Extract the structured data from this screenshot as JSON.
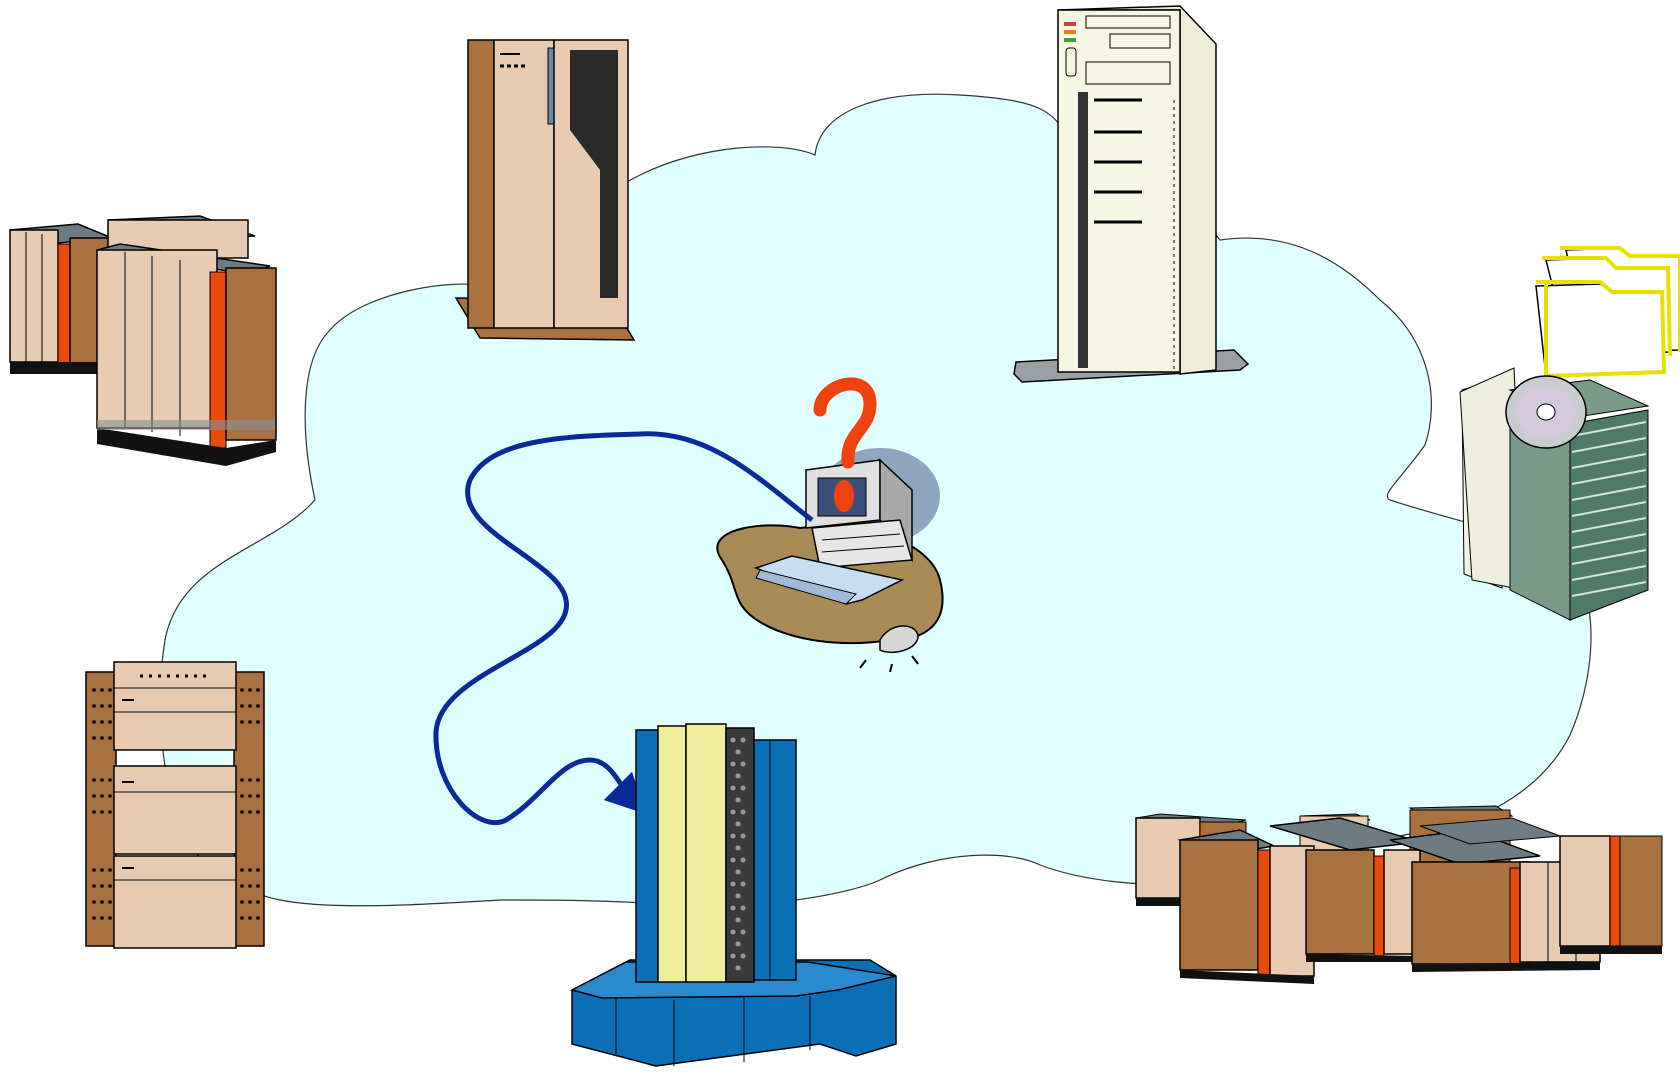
{
  "diagram": {
    "kind": "clip-art network of computing resources",
    "background_color": "#ffffff",
    "cloud_fill": "#e0ffff",
    "cloud_stroke": "#333333",
    "connection_color": "#0a2a9a",
    "question_mark_color": "#f0420f",
    "nodes": [
      {
        "id": "server-rack-cluster-top-left",
        "icon": "server-rack-cluster-icon"
      },
      {
        "id": "mainframe-cabinet-top",
        "icon": "mainframe-cabinet-icon"
      },
      {
        "id": "tower-server-top-right",
        "icon": "tower-server-icon"
      },
      {
        "id": "cd-storage-with-folders-right",
        "icon": "cd-stack-folders-icon"
      },
      {
        "id": "stacked-server-units-left",
        "icon": "stacked-servers-icon"
      },
      {
        "id": "user-workstation-center",
        "icon": "desktop-computer-question-icon"
      },
      {
        "id": "supercomputer-bottom-center",
        "icon": "cray-supercomputer-icon"
      },
      {
        "id": "server-farm-bottom-right",
        "icon": "server-farm-icon"
      }
    ],
    "connection": {
      "from": "user-workstation-center",
      "to": "supercomputer-bottom-center",
      "style": "curved-arrow"
    }
  }
}
